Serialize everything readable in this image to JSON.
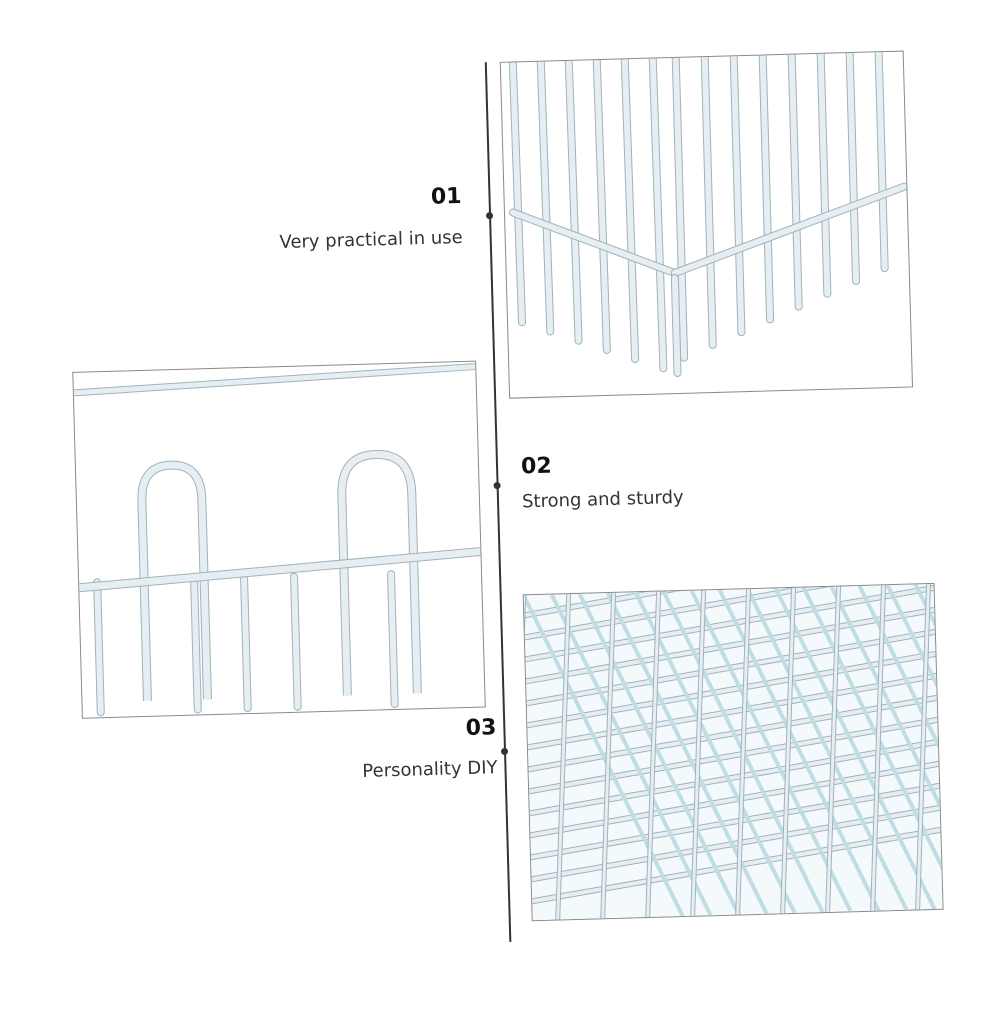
{
  "features": [
    {
      "number": "01",
      "caption": "Very practical in use"
    },
    {
      "number": "02",
      "caption": "Strong and sturdy"
    },
    {
      "number": "03",
      "caption": "Personality DIY"
    }
  ],
  "colors": {
    "wire": "#e6eef2",
    "wire_shadow": "#9fb3bd",
    "mesh_tint": "#bfdde3",
    "text": "#333333"
  }
}
